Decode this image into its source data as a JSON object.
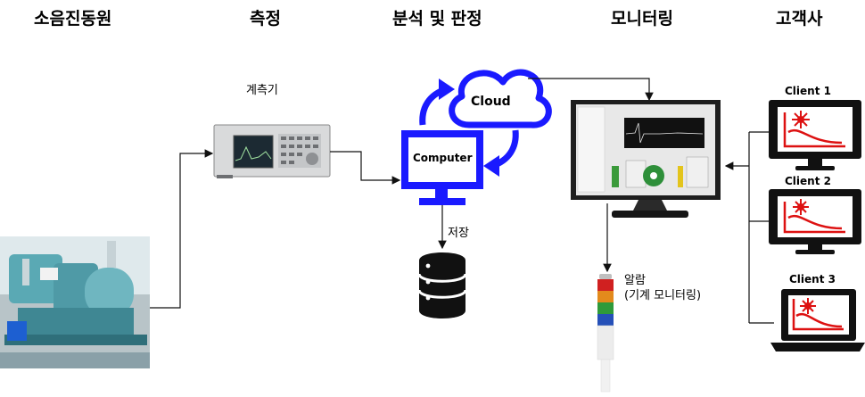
{
  "headers": {
    "source": "소음진동원",
    "measure": "측정",
    "analysis": "분석 및 판정",
    "monitoring": "모니터링",
    "customer": "고객사"
  },
  "labels": {
    "instrument": "계측기",
    "cloud": "Cloud",
    "computer": "Computer",
    "storage": "저장",
    "alarm_line1": "알람",
    "alarm_line2": "(기계 모니터링)",
    "client1": "Client 1",
    "client2": "Client 2",
    "client3": "Client 3"
  },
  "colors": {
    "accent_blue": "#1a1aff",
    "dark": "#111111",
    "machine_teal": "#5aa9b4",
    "screen_bg": "#e8e8e8",
    "alarm_red": "#d02020",
    "alarm_orange": "#e38a1c",
    "alarm_green": "#2f9a3a",
    "alarm_blue": "#2550b8",
    "client_red": "#dd1111"
  },
  "icons": {
    "cloud": "cloud-icon",
    "computer": "computer-monitor-icon",
    "database": "database-icon",
    "refresh_arrows": "sync-arrow-icon",
    "client_monitor": "monitor-chart-icon",
    "client_laptop": "laptop-chart-icon",
    "alarm": "signal-tower-icon",
    "instrument": "spectrum-analyzer-icon"
  }
}
